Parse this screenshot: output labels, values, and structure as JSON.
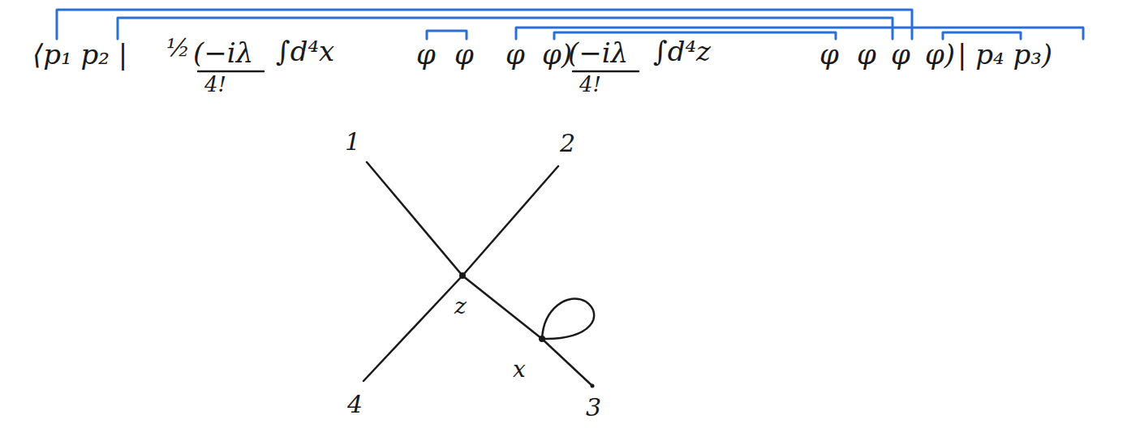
{
  "diagram": {
    "labels": [
      "⟨p₁ p₂ |",
      "½",
      "(−iλ",
      "4!",
      "∫d⁴x",
      "φ",
      "φ",
      "φ",
      "φ)",
      "(−iλ",
      "4!",
      "∫d⁴z",
      "φ",
      "φ",
      "φ",
      "φ)",
      "| p₄ p₃)",
      "1",
      "2",
      "z",
      "x",
      "4",
      "3"
    ]
  }
}
